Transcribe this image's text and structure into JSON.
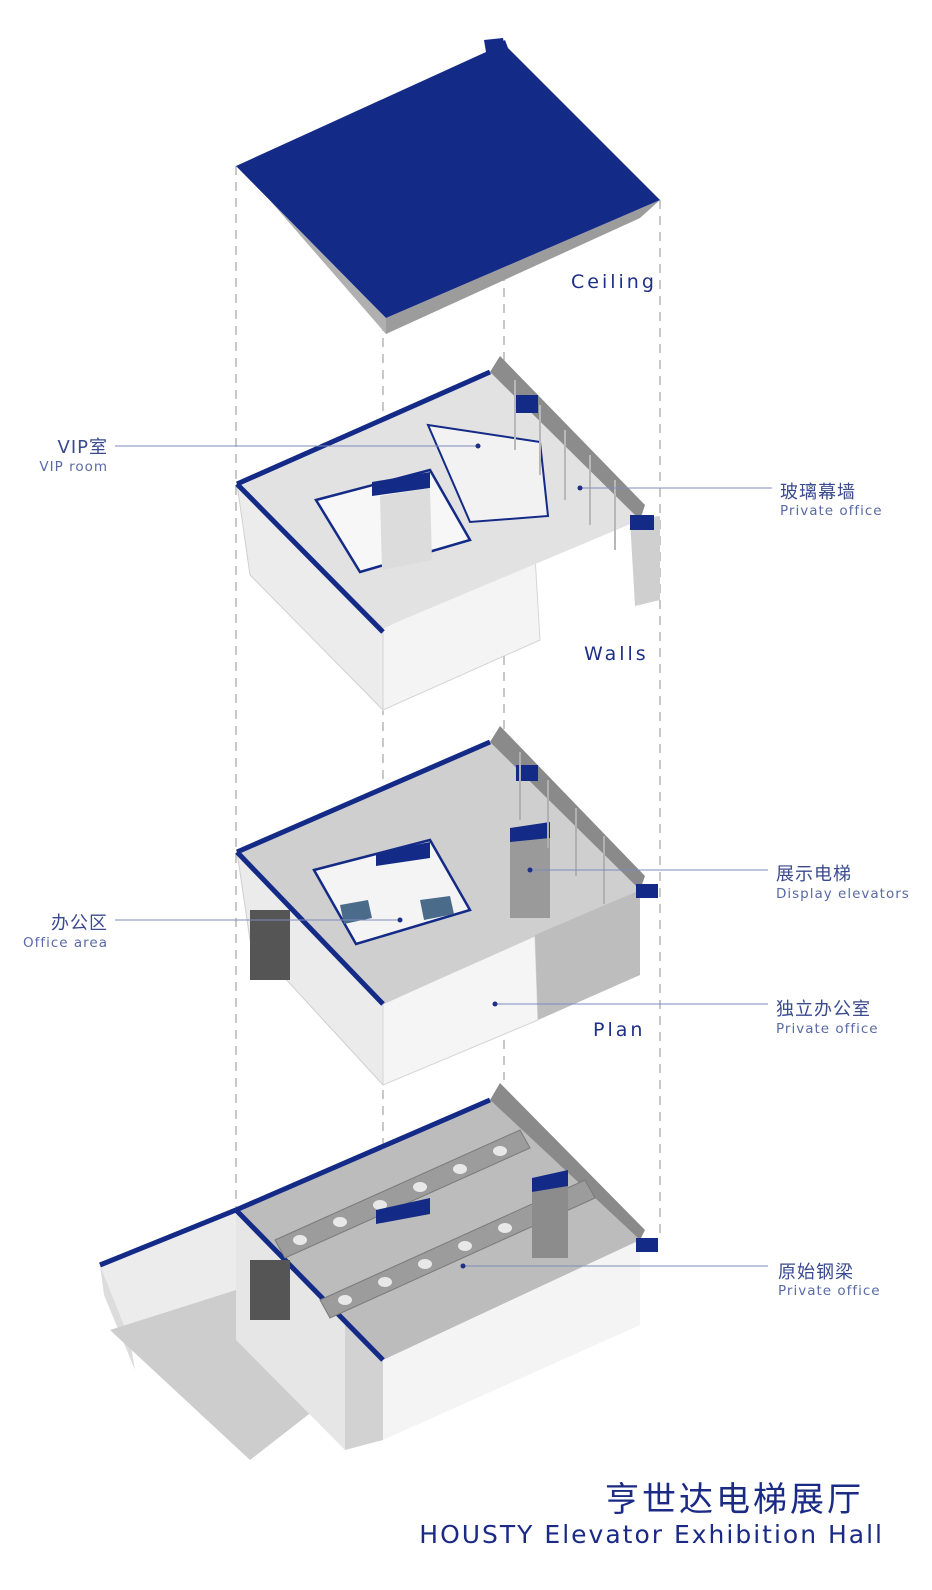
{
  "layers": {
    "ceiling": "Ceiling",
    "walls": "Walls",
    "plan": "Plan"
  },
  "callouts": {
    "vip": {
      "cn": "VIP室",
      "en": "VIP room"
    },
    "glass": {
      "cn": "玻璃幕墙",
      "en": "Private office"
    },
    "display": {
      "cn": "展示电梯",
      "en": "Display elevators"
    },
    "office_area": {
      "cn": "办公区",
      "en": "Office area"
    },
    "private": {
      "cn": "独立办公室",
      "en": "Private office"
    },
    "beam": {
      "cn": "原始钢梁",
      "en": "Private office"
    }
  },
  "title": {
    "cn": "亨世达电梯展厅",
    "en": "HOUSTY Elevator Exhibition Hall"
  },
  "colors": {
    "accent": "#142a87",
    "leader": "#7f8bbd",
    "dashed": "#9a9a9a"
  }
}
